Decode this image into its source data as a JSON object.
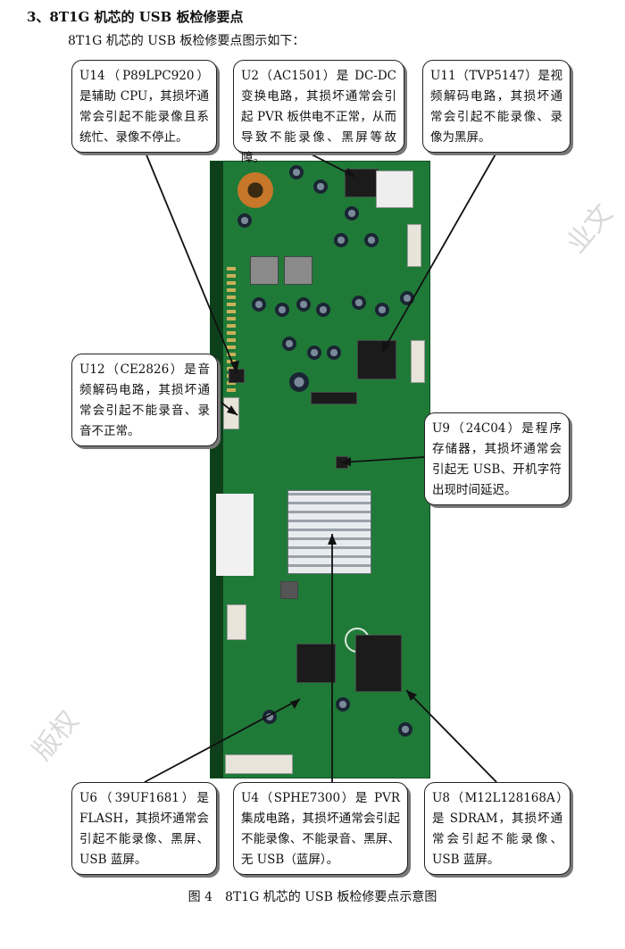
{
  "heading": "3、8T1G 机芯的 USB 板检修要点",
  "intro": "8T1G 机芯的 USB 板检修要点图示如下：",
  "callouts": {
    "u14": "U14（P89LPC920）是辅助 CPU，其损坏通常会引起不能录像且系统忙、录像不停止。",
    "u2": "U2（AC1501）是 DC-DC 变换电路，其损坏通常会引起 PVR 板供电不正常，从而导致不能录像、黑屏等故障。",
    "u11": "U11（TVP5147）是视频解码电路，其损坏通常会引起不能录像、录像为黑屏。",
    "u12": "U12（CE2826）是音频解码电路，其损坏通常会引起不能录音、录音不正常。",
    "u9": "U9（24C04）是程序存储器，其损坏通常会引起无 USB、开机字符出现时间延迟。",
    "u6": "U6（39UF1681）是 FLASH，其损坏通常会引起不能录像、黑屏、USB 蓝屏。",
    "u4": "U4（SPHE7300）是 PVR 集成电路，其损坏通常会引起不能录像、不能录音、黑屏、无 USB（蓝屏）。",
    "u8": "U8（M12L128168A）是 SDRAM，其损坏通常会引起不能录像、USB 蓝屏。"
  },
  "caption": "图 4　8T1G 机芯的 USB 板检修要点示意图",
  "watermarks": [
    "业文",
    "版权"
  ]
}
